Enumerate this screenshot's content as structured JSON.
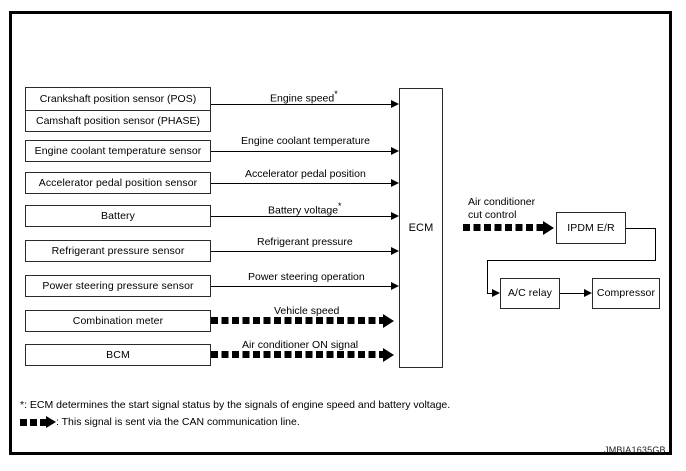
{
  "figure": {
    "reference_code": "JMBIA1635GB"
  },
  "inputs": [
    {
      "label": "Crankshaft position sensor (POS)"
    },
    {
      "label": "Camshaft position sensor (PHASE)"
    },
    {
      "label": "Engine coolant temperature sensor"
    },
    {
      "label": "Accelerator pedal position sensor"
    },
    {
      "label": "Battery"
    },
    {
      "label": "Refrigerant pressure sensor"
    },
    {
      "label": "Power steering pressure sensor"
    },
    {
      "label": "Combination meter"
    },
    {
      "label": "BCM"
    }
  ],
  "signals": [
    {
      "label": "Engine speed",
      "footnote_mark": "*",
      "type": "solid"
    },
    {
      "label": "Engine coolant temperature",
      "footnote_mark": "",
      "type": "solid"
    },
    {
      "label": "Accelerator pedal position",
      "footnote_mark": "",
      "type": "solid"
    },
    {
      "label": "Battery voltage",
      "footnote_mark": "*",
      "type": "solid"
    },
    {
      "label": "Refrigerant pressure",
      "footnote_mark": "",
      "type": "solid"
    },
    {
      "label": "Power steering operation",
      "footnote_mark": "",
      "type": "solid"
    },
    {
      "label": "Vehicle speed",
      "footnote_mark": "",
      "type": "can"
    },
    {
      "label": "Air conditioner ON signal",
      "footnote_mark": "",
      "type": "can"
    }
  ],
  "controller": {
    "label": "ECM"
  },
  "output_signal": {
    "line1": "Air conditioner",
    "line2": "cut control",
    "type": "can"
  },
  "outputs": [
    {
      "label": "IPDM E/R"
    },
    {
      "label": "A/C relay"
    },
    {
      "label": "Compressor"
    }
  ],
  "footnotes": [
    {
      "text": "*: ECM determines the start signal status by the signals of engine speed and battery voltage."
    },
    {
      "text": ": This signal is sent via the CAN communication line."
    }
  ]
}
